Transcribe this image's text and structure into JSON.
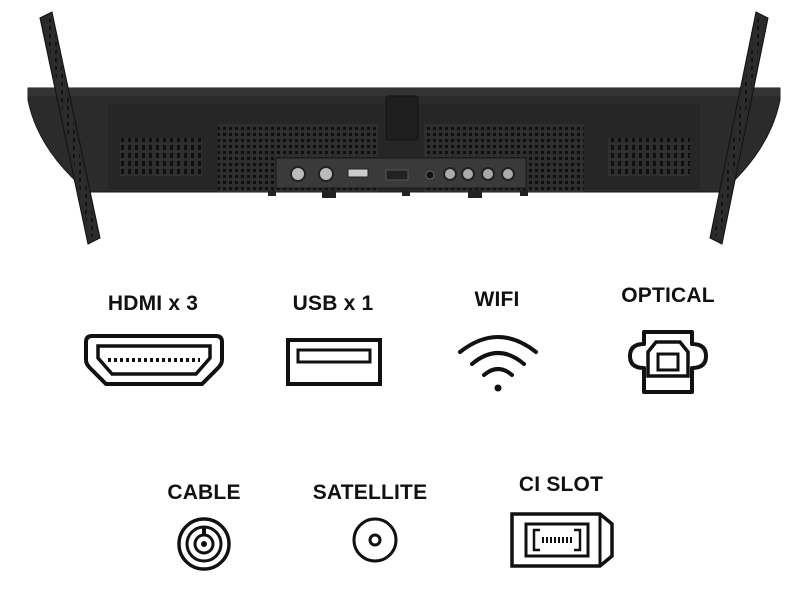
{
  "ports": {
    "hdmi": {
      "label": "HDMI x 3",
      "icon": "hdmi-port-icon"
    },
    "usb": {
      "label": "USB x 1",
      "icon": "usb-port-icon"
    },
    "wifi": {
      "label": "WIFI",
      "icon": "wifi-icon"
    },
    "optical": {
      "label": "OPTICAL",
      "icon": "optical-port-icon"
    },
    "cable": {
      "label": "CABLE",
      "icon": "coaxial-port-icon"
    },
    "satellite": {
      "label": "SATELLITE",
      "icon": "satellite-port-icon"
    },
    "ci_slot": {
      "label": "CI SLOT",
      "icon": "ci-card-icon"
    }
  },
  "colors": {
    "tv_body": "#2b2b2b",
    "tv_dark": "#1a1a1a",
    "icon_stroke": "#111111"
  }
}
